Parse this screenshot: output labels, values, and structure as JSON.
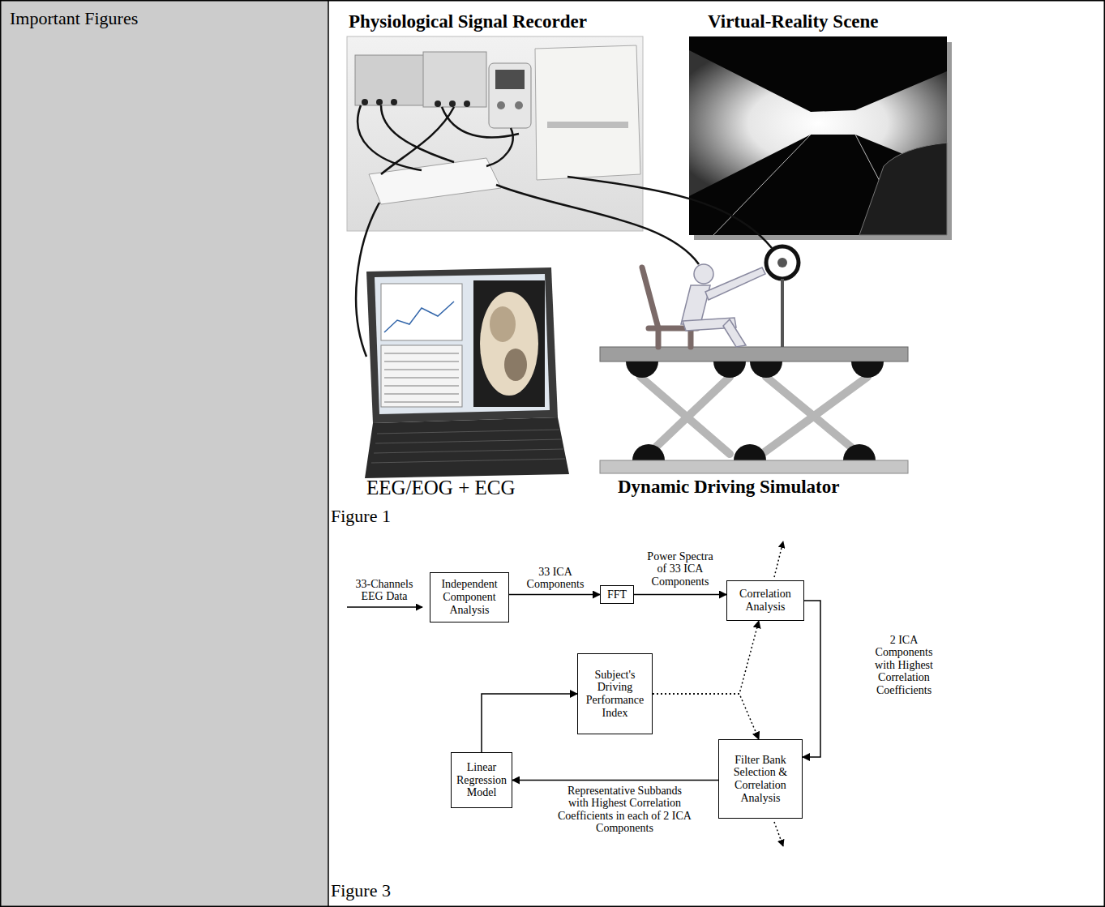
{
  "diagram": {
    "nodes": [
      {
        "text": [
          "Independent Component Analysis"
        ]
      },
      {
        "text": [
          "FFT"
        ]
      },
      {
        "text": [
          "Correlation Analysis"
        ]
      },
      {
        "text": [
          "Subject's Driving Performance Index"
        ]
      },
      {
        "text": [
          "Filter Bank Selection & Correlation Analysis"
        ]
      },
      {
        "text": [
          "Linear Regression Model"
        ]
      }
    ],
    "edges": [
      {
        "from": 0,
        "to": 1,
        "arrow": "to",
        "label": "33 ICA Components"
      },
      {
        "from": 1,
        "to": 2,
        "arrow": "to",
        "label": "Power Spectra of 33 ICA Components"
      },
      {
        "from": 2,
        "to": 4,
        "arrow": "to",
        "label": "2 ICA Components with Highest Correlation Coefficients"
      },
      {
        "from": 4,
        "to": 5,
        "arrow": "to",
        "label": "Representative Subbands with Highest Correlation Coefficients in each of 2 ICA Components"
      },
      {
        "from": 5,
        "to": 3,
        "arrow": "to"
      },
      {
        "from": 3,
        "to": 2,
        "arrow": "to"
      },
      {
        "from": 3,
        "to": 4,
        "arrow": "to"
      }
    ],
    "labels": [
      "Important Figures",
      "Physiological Signal Recorder",
      "Virtual-Reality Scene",
      "EEG/EOG + ECG",
      "Dynamic Driving Simulator",
      "Figure 1",
      "33-Channels EEG Data",
      "Figure 3"
    ]
  }
}
